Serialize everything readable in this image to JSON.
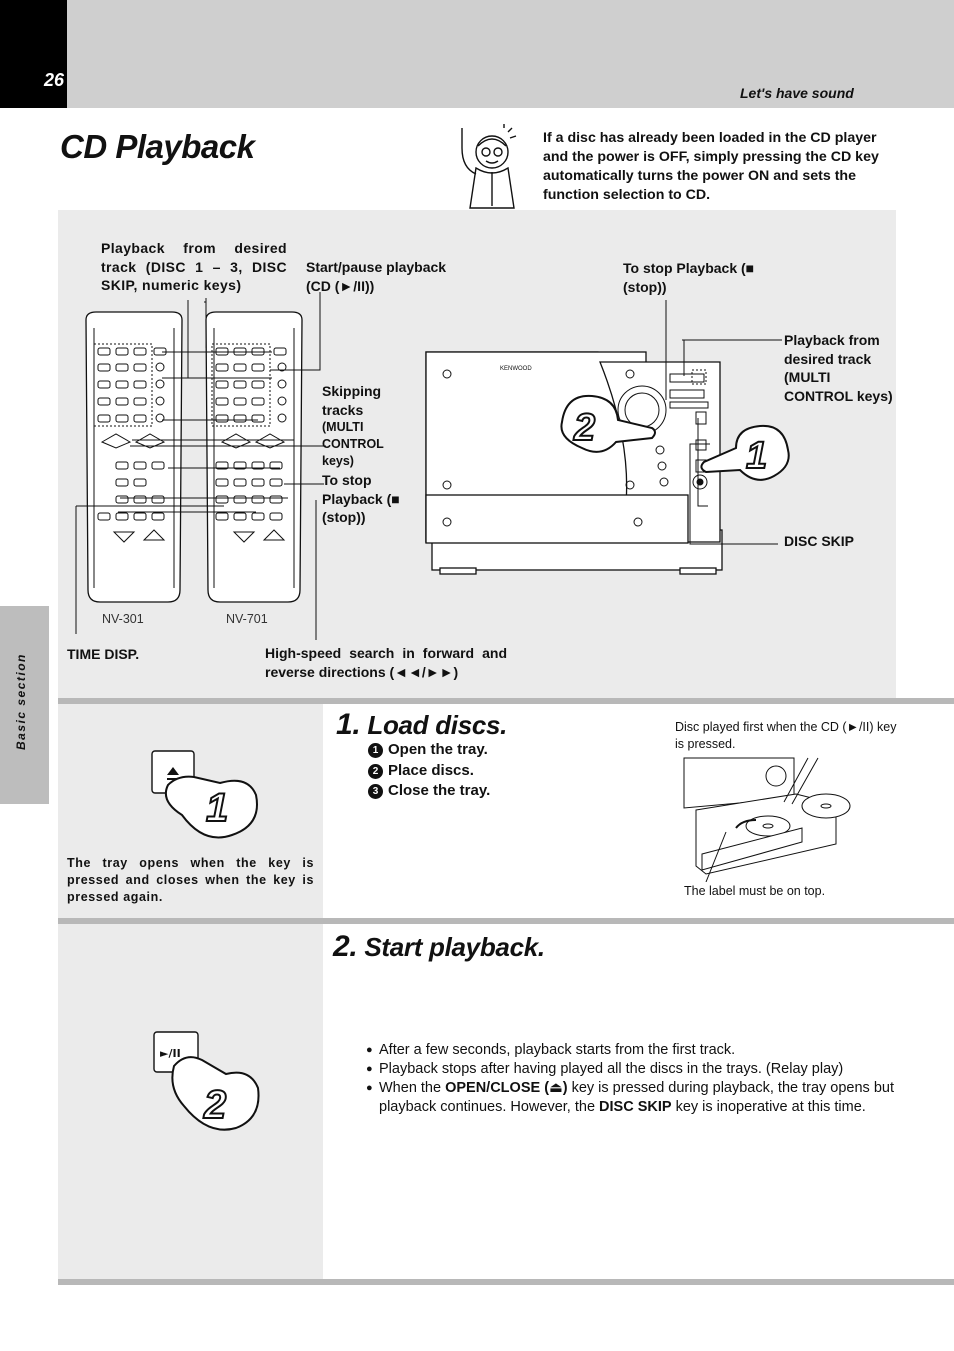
{
  "header": {
    "page_number": "26",
    "section": "Let's have sound"
  },
  "title": "CD Playback",
  "intro_note": "If a disc has already been loaded in the CD player and the power is OFF, simply pressing the CD key automatically turns the power ON and sets the function selection to CD.",
  "side_tab": "Basic section",
  "diagram": {
    "label_desired_track": "Playback from desired track (DISC 1 – 3, DISC SKIP, numeric keys)",
    "label_start_pause": "Start/pause playback (CD (►/II))",
    "label_skipping": "Skipping tracks",
    "label_skipping_sub": "(MULTI CONTROL keys)",
    "label_stop_remote": "To stop Playback (■ (stop))",
    "label_stop_main": "To stop Playback (■ (stop))",
    "label_desired_multi": "Playback from desired track (MULTI CONTROL keys)",
    "label_disc_skip": "DISC SKIP",
    "label_time_disp": "TIME DISP.",
    "label_high_speed": "High-speed search in forward and reverse directions (◄◄/►►)",
    "remote1_name": "NV-301",
    "remote2_name": "NV-701",
    "brand": "KENWOOD",
    "hand_num_1": "2",
    "hand_num_2": "1"
  },
  "step1": {
    "number": "1.",
    "title": "Load discs.",
    "items": [
      "Open the tray.",
      "Place discs.",
      "Close the tray."
    ],
    "item_marks": [
      "1",
      "2",
      "3"
    ],
    "note": "The tray opens when the key is pressed and closes when the key is pressed again.",
    "disc_note": "Disc played first when the CD (►/II) key is pressed.",
    "label_note": "The label must be on top.",
    "hand_num": "1",
    "key_icon": "eject-icon"
  },
  "step2": {
    "number": "2.",
    "title": "Start playback.",
    "bullet1": "After a few seconds, playback starts from the first track.",
    "bullet2": "Playback stops after having played all the discs in the trays. (Relay play)",
    "bullet3_a": "When the ",
    "bullet3_b": "OPEN/CLOSE (⏏)",
    "bullet3_c": " key is pressed during playback, the tray opens but playback continues. However, the ",
    "bullet3_d": "DISC SKIP",
    "bullet3_e": " key is inoperative at this time.",
    "hand_num": "2",
    "key_label": "►/II"
  }
}
